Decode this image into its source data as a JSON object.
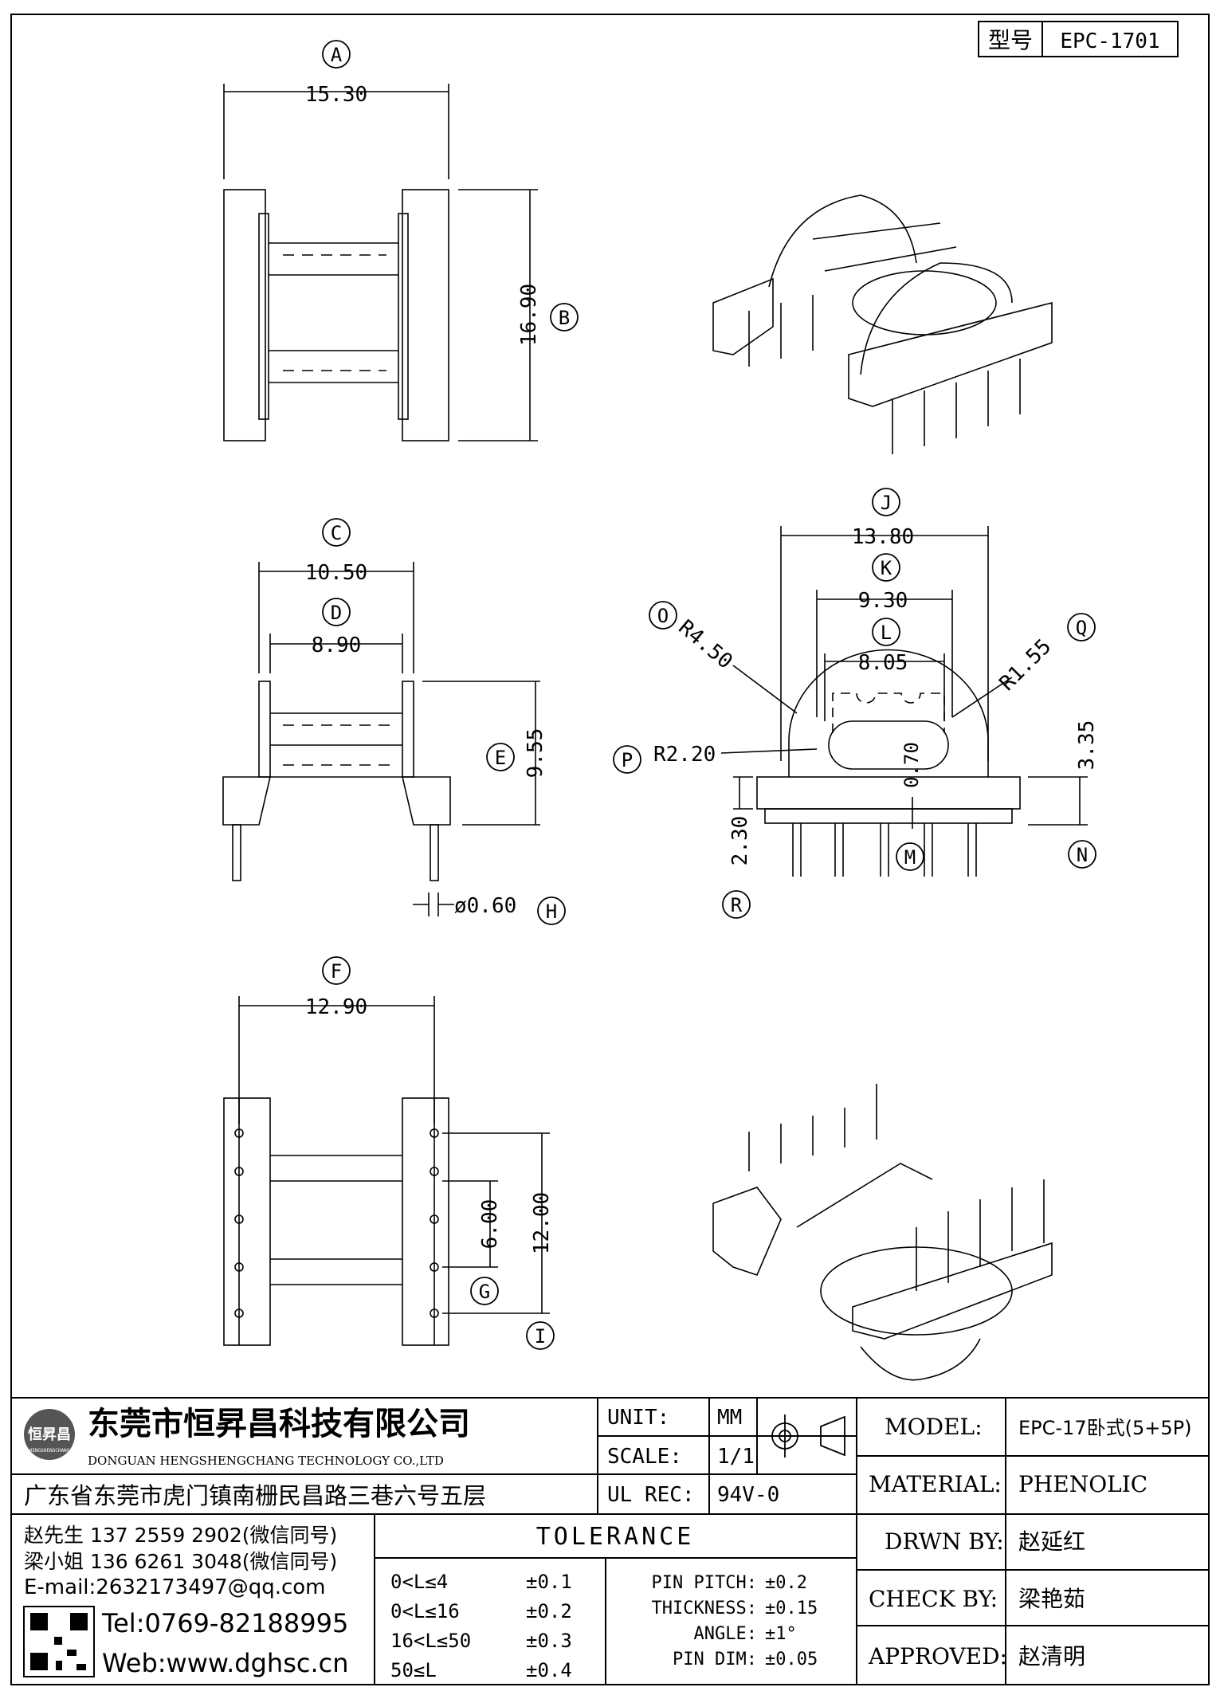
{
  "model_box": {
    "label": "型号",
    "value": "EPC-1701"
  },
  "dimensions": {
    "A": "15.30",
    "B": "16.90",
    "C": "10.50",
    "D": "8.90",
    "E": "9.55",
    "F": "12.90",
    "G": "6.00",
    "H": "ø0.60",
    "I": "12.00",
    "J": "13.80",
    "K": "9.30",
    "L": "8.05",
    "M": "0.70",
    "N": "3.35",
    "R": "2.30",
    "O": "R4.50",
    "P": "R2.20",
    "Q": "R1.55"
  },
  "callouts": [
    "A",
    "B",
    "C",
    "D",
    "E",
    "F",
    "G",
    "H",
    "I",
    "J",
    "K",
    "L",
    "M",
    "N",
    "O",
    "P",
    "Q",
    "R"
  ],
  "company": {
    "logo_text": "恒昇昌",
    "logo_sub": "HENGSHENGCHANG",
    "name_cn": "东莞市恒昇昌科技有限公司",
    "name_en": "DONGUAN HENGSHENGCHANG TECHNOLOGY CO.,LTD",
    "address": "广东省东莞市虎门镇南栅民昌路三巷六号五层",
    "contact_1": "赵先生 137 2559 2902(微信同号)",
    "contact_2": "梁小姐 136 6261 3048(微信同号)",
    "email": "E-mail:2632173497@qq.com",
    "tel": "Tel:0769-82188995",
    "web": "Web:www.dghsc.cn"
  },
  "title_block": {
    "unit_label": "UNIT:",
    "unit_value": "MM",
    "scale_label": "SCALE:",
    "scale_value": "1/1",
    "ulrec_label": "UL REC:",
    "ulrec_value": "94V-0",
    "model_label": "MODEL:",
    "model_value": "EPC-17卧式(5+5P)",
    "material_label": "MATERIAL:",
    "material_value": "PHENOLIC",
    "drwn_label": "DRWN BY:",
    "drwn_value": "赵延红",
    "check_label": "CHECK BY:",
    "check_value": "梁艳茹",
    "approved_label": "APPROVED:",
    "approved_value": "赵清明"
  },
  "tolerance": {
    "title": "TOLERANCE",
    "rows": [
      {
        "range": "0<L≤4",
        "tol": "±0.1"
      },
      {
        "range": "0<L≤16",
        "tol": "±0.2"
      },
      {
        "range": "16<L≤50",
        "tol": "±0.3"
      },
      {
        "range": "50≤L",
        "tol": "±0.4"
      }
    ],
    "extra": [
      {
        "label": "PIN PITCH:",
        "tol": "±0.2"
      },
      {
        "label": "THICKNESS:",
        "tol": "±0.15"
      },
      {
        "label": "ANGLE:",
        "tol": "±1°"
      },
      {
        "label": "PIN DIM:",
        "tol": "±0.05"
      }
    ]
  }
}
